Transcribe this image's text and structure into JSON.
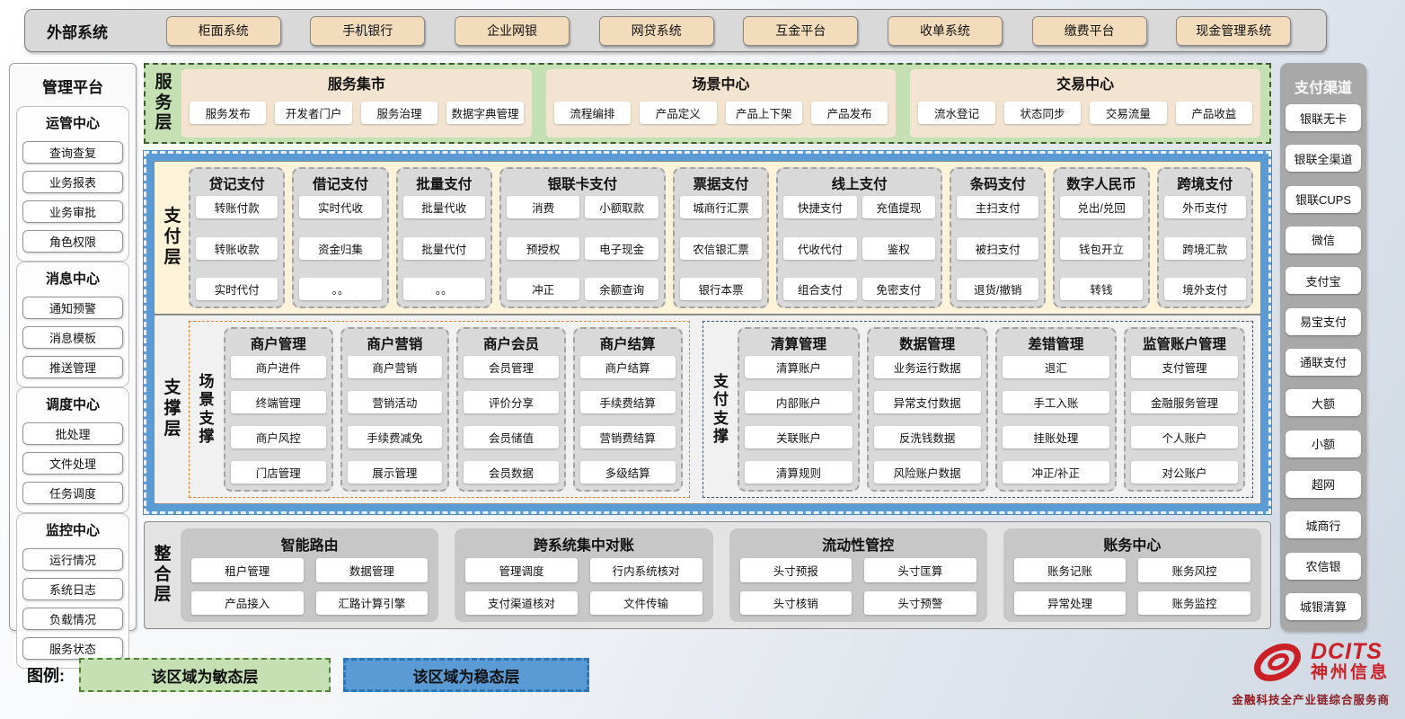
{
  "external": {
    "title": "外部系统",
    "items": [
      "柜面系统",
      "手机银行",
      "企业网银",
      "网贷系统",
      "互金平台",
      "收单系统",
      "缴费平台",
      "现金管理系统"
    ]
  },
  "management": {
    "title": "管理平台",
    "groups": [
      {
        "title": "运管中心",
        "items": [
          "查询查复",
          "业务报表",
          "业务审批",
          "角色权限"
        ]
      },
      {
        "title": "消息中心",
        "items": [
          "通知预警",
          "消息模板",
          "推送管理"
        ]
      },
      {
        "title": "调度中心",
        "items": [
          "批处理",
          "文件处理",
          "任务调度"
        ]
      },
      {
        "title": "监控中心",
        "items": [
          "运行情况",
          "系统日志",
          "负载情况",
          "服务状态"
        ]
      }
    ]
  },
  "service_layer": {
    "label": "服务层",
    "groups": [
      {
        "title": "服务集市",
        "items": [
          "服务发布",
          "开发者门户",
          "服务治理",
          "数据字典管理"
        ]
      },
      {
        "title": "场景中心",
        "items": [
          "流程编排",
          "产品定义",
          "产品上下架",
          "产品发布"
        ]
      },
      {
        "title": "交易中心",
        "items": [
          "流水登记",
          "状态同步",
          "交易流量",
          "产品收益"
        ]
      }
    ]
  },
  "payment_layer": {
    "label": "支付层",
    "columns": [
      {
        "title": "贷记支付",
        "cols": 1,
        "items": [
          "转账付款",
          "转账收款",
          "实时代付"
        ]
      },
      {
        "title": "借记支付",
        "cols": 1,
        "items": [
          "实时代收",
          "资金归集",
          "。。"
        ]
      },
      {
        "title": "批量支付",
        "cols": 1,
        "items": [
          "批量代收",
          "批量代付",
          "。。"
        ]
      },
      {
        "title": "银联卡支付",
        "cols": 2,
        "items": [
          "消费",
          "小额取款",
          "预授权",
          "电子现金",
          "冲正",
          "余额查询"
        ]
      },
      {
        "title": "票据支付",
        "cols": 1,
        "items": [
          "城商行汇票",
          "农信银汇票",
          "银行本票"
        ]
      },
      {
        "title": "线上支付",
        "cols": 2,
        "items": [
          "快捷支付",
          "充值提现",
          "代收代付",
          "鉴权",
          "组合支付",
          "免密支付"
        ]
      },
      {
        "title": "条码支付",
        "cols": 1,
        "items": [
          "主扫支付",
          "被扫支付",
          "退货/撤销"
        ]
      },
      {
        "title": "数字人民币",
        "cols": 1,
        "items": [
          "兑出/兑回",
          "钱包开立",
          "转钱"
        ]
      },
      {
        "title": "跨境支付",
        "cols": 1,
        "items": [
          "外币支付",
          "跨境汇款",
          "境外支付"
        ]
      }
    ]
  },
  "support_layer": {
    "label": "支撑层",
    "regions": [
      {
        "label": "场景支撑",
        "accent_color": "#ED7D31",
        "flex": 1,
        "columns": [
          {
            "title": "商户管理",
            "items": [
              "商户进件",
              "终端管理",
              "商户风控",
              "门店管理"
            ]
          },
          {
            "title": "商户营销",
            "items": [
              "商户营销",
              "营销活动",
              "手续费减免",
              "展示管理"
            ]
          },
          {
            "title": "商户会员",
            "items": [
              "会员管理",
              "评价分享",
              "会员储值",
              "会员数据"
            ]
          },
          {
            "title": "商户结算",
            "items": [
              "商户结算",
              "手续费结算",
              "营销费结算",
              "多级结算"
            ]
          }
        ]
      },
      {
        "label": "支付支撑",
        "accent_color": "#44546A",
        "flex": 1.1,
        "columns": [
          {
            "title": "清算管理",
            "items": [
              "清算账户",
              "内部账户",
              "关联账户",
              "清算规则"
            ]
          },
          {
            "title": "数据管理",
            "items": [
              "业务运行数据",
              "异常支付数据",
              "反洗钱数据",
              "风险账户数据"
            ]
          },
          {
            "title": "差错管理",
            "items": [
              "退汇",
              "手工入账",
              "挂账处理",
              "冲正/补正"
            ]
          },
          {
            "title": "监管账户管理",
            "items": [
              "支付管理",
              "金融服务管理",
              "个人账户",
              "对公账户"
            ]
          }
        ]
      }
    ]
  },
  "integration_layer": {
    "label": "整合层",
    "groups": [
      {
        "title": "智能路由",
        "items": [
          "租户管理",
          "数据管理",
          "产品接入",
          "汇路计算引擎"
        ]
      },
      {
        "title": "跨系统集中对账",
        "items": [
          "管理调度",
          "行内系统核对",
          "支付渠道核对",
          "文件传输"
        ]
      },
      {
        "title": "流动性管控",
        "items": [
          "头寸预报",
          "头寸匡算",
          "头寸核销",
          "头寸预警"
        ]
      },
      {
        "title": "账务中心",
        "items": [
          "账务记账",
          "账务风控",
          "异常处理",
          "账务监控"
        ]
      }
    ]
  },
  "channels": {
    "title": "支付渠道",
    "items": [
      "银联无卡",
      "银联全渠道",
      "银联CUPS",
      "微信",
      "支付宝",
      "易宝支付",
      "通联支付",
      "大额",
      "小额",
      "超网",
      "城商行",
      "农信银",
      "城银清算"
    ]
  },
  "legend": {
    "label": "图例:",
    "agile": "该区域为敏态层",
    "stable": "该区域为稳态层"
  },
  "logo": {
    "name": "DCITS",
    "company": "神州信息",
    "tagline": "金融科技全产业链综合服务商"
  },
  "colors": {
    "agile_green": "#C5E0B3",
    "stable_blue": "#5B9BD5",
    "scene_support_accent": "#ED7D31",
    "payment_support_accent": "#44546A",
    "external_button_tan": "#F2DCBB",
    "panel_cream": "#FDF3D8",
    "group_gray": "#D9D9D9",
    "brand_red": "#CB2026"
  }
}
